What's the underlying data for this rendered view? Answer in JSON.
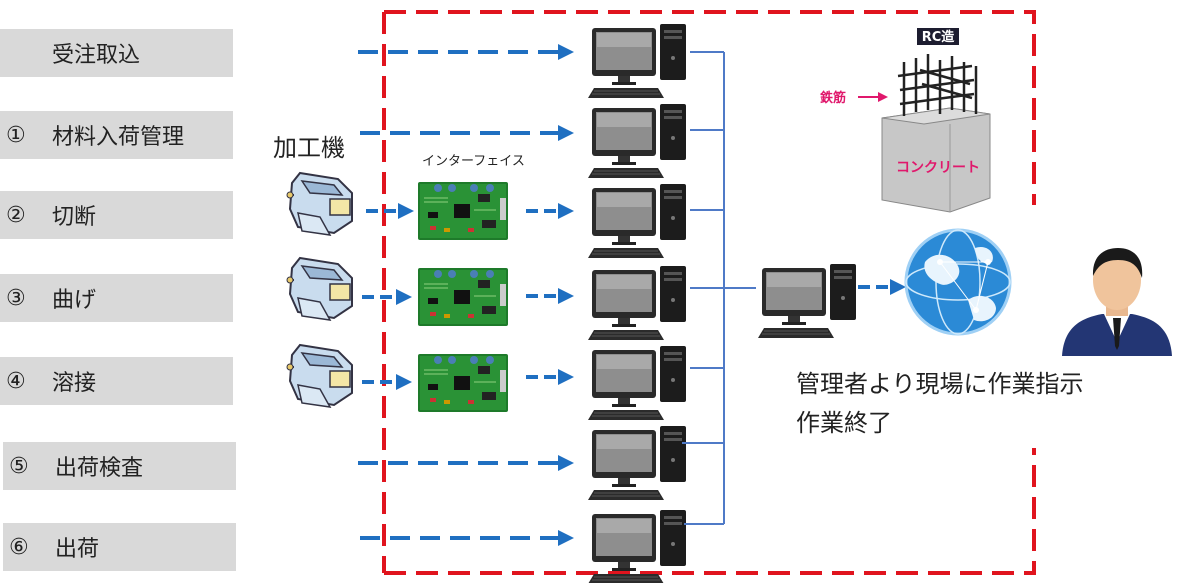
{
  "steps": [
    {
      "num": "",
      "label": "受注取込"
    },
    {
      "num": "①",
      "label": "材料入荷管理"
    },
    {
      "num": "②",
      "label": "切断"
    },
    {
      "num": "③",
      "label": "曲げ"
    },
    {
      "num": "④",
      "label": "溶接"
    },
    {
      "num": "⑤",
      "label": "出荷検査"
    },
    {
      "num": "⑥",
      "label": "出荷"
    }
  ],
  "machine_label": "加工機",
  "interface_label": "インターフェイス",
  "rc": {
    "title": "RC造",
    "rebar_label": "鉄筋",
    "concrete_label": "コンクリート"
  },
  "instructions": {
    "line1": "管理者より現場に作業指示",
    "line2": "作業終了"
  },
  "colors": {
    "border": "#e0141e",
    "arrow": "#1f6fc1",
    "line": "#4f7ac7",
    "step_bg": "#d9d9d9",
    "pink": "#e0186c"
  }
}
